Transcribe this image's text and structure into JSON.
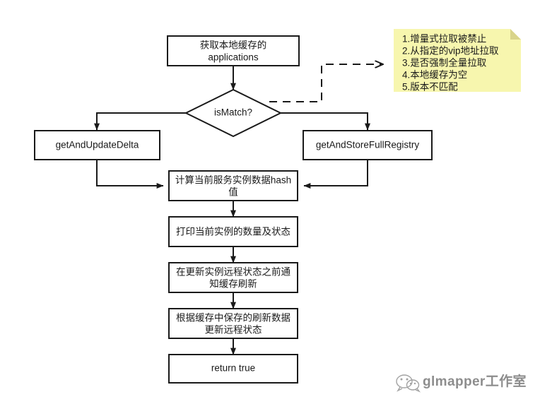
{
  "diagram": {
    "title": "Eureka fetchRegistry flowchart",
    "background_color": "#ffffff",
    "line_color": "#1a1a1a",
    "box_fill": "#ffffff",
    "note_fill": "#f7f6ae",
    "note_fold_color": "#d9d48a",
    "watermark_color": "#8d8d8d"
  },
  "nodes": {
    "start": {
      "name": "get-local-cache-applications",
      "shape": "rect",
      "line1": "获取本地缓存的",
      "line2": "applications"
    },
    "decision": {
      "name": "is-match-decision",
      "shape": "diamond",
      "label": "isMatch?"
    },
    "delta": {
      "name": "get-and-update-delta",
      "shape": "rect",
      "label": "getAndUpdateDelta"
    },
    "full": {
      "name": "get-and-store-full-registry",
      "shape": "rect",
      "label": "getAndStoreFullRegistry"
    },
    "hash": {
      "name": "compute-instance-hash",
      "shape": "rect",
      "line1": "计算当前服务实例数据hash",
      "line2": "值"
    },
    "print": {
      "name": "print-instance-count-status",
      "shape": "rect",
      "label": "打印当前实例的数量及状态"
    },
    "notify": {
      "name": "notify-cache-refresh",
      "shape": "rect",
      "line1": "在更新实例远程状态之前通",
      "line2": "知缓存刷新"
    },
    "update": {
      "name": "update-remote-status",
      "shape": "rect",
      "line1": "根据缓存中保存的刷新数据",
      "line2": "更新远程状态"
    },
    "end": {
      "name": "return-true",
      "shape": "rect",
      "label": "return true"
    }
  },
  "note": {
    "name": "is-match-conditions-note",
    "lines": [
      "1.增量式拉取被禁止",
      "2.从指定的vip地址拉取",
      "3.是否强制全量拉取",
      "4.本地缓存为空",
      "5.版本不匹配"
    ]
  },
  "watermark": {
    "name": "glmapper-watermark",
    "icon": "wechat-icon",
    "label": "glmapper工作室"
  }
}
